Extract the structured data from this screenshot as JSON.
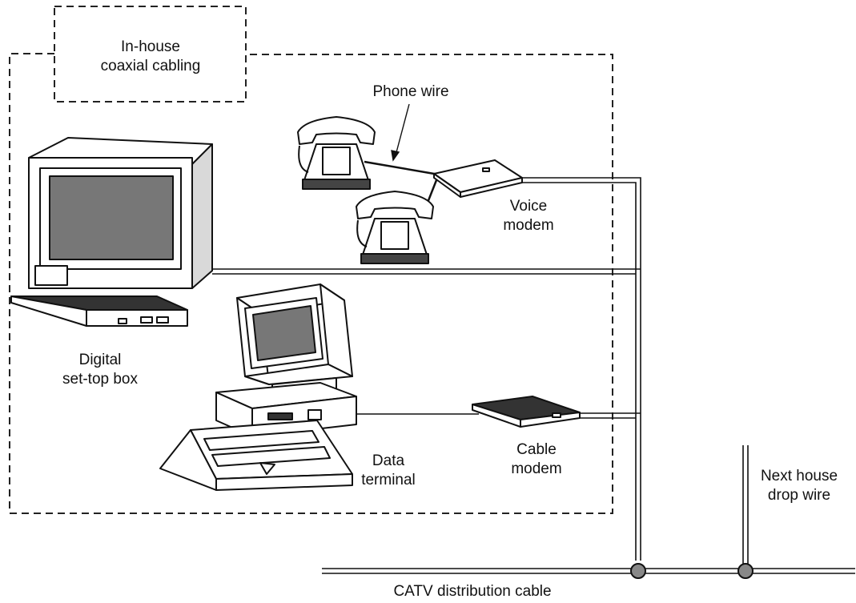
{
  "labels": {
    "inhouse_cabling": "In-house\ncoaxial cabling",
    "phone_wire": "Phone wire",
    "voice_modem": "Voice\nmodem",
    "set_top_box": "Digital\nset-top box",
    "data_terminal": "Data\nterminal",
    "cable_modem": "Cable\nmodem",
    "next_house": "Next house\ndrop wire",
    "catv_cable": "CATV distribution cable"
  },
  "icons": [
    "tv-icon",
    "set-top-box-icon",
    "telephone-icon",
    "voice-modem-icon",
    "computer-icon",
    "keyboard-icon",
    "cable-modem-icon",
    "cable-tap-icon"
  ],
  "colors": {
    "line": "#111111",
    "screen": "#777777",
    "shadow": "#333333",
    "background": "#ffffff"
  }
}
